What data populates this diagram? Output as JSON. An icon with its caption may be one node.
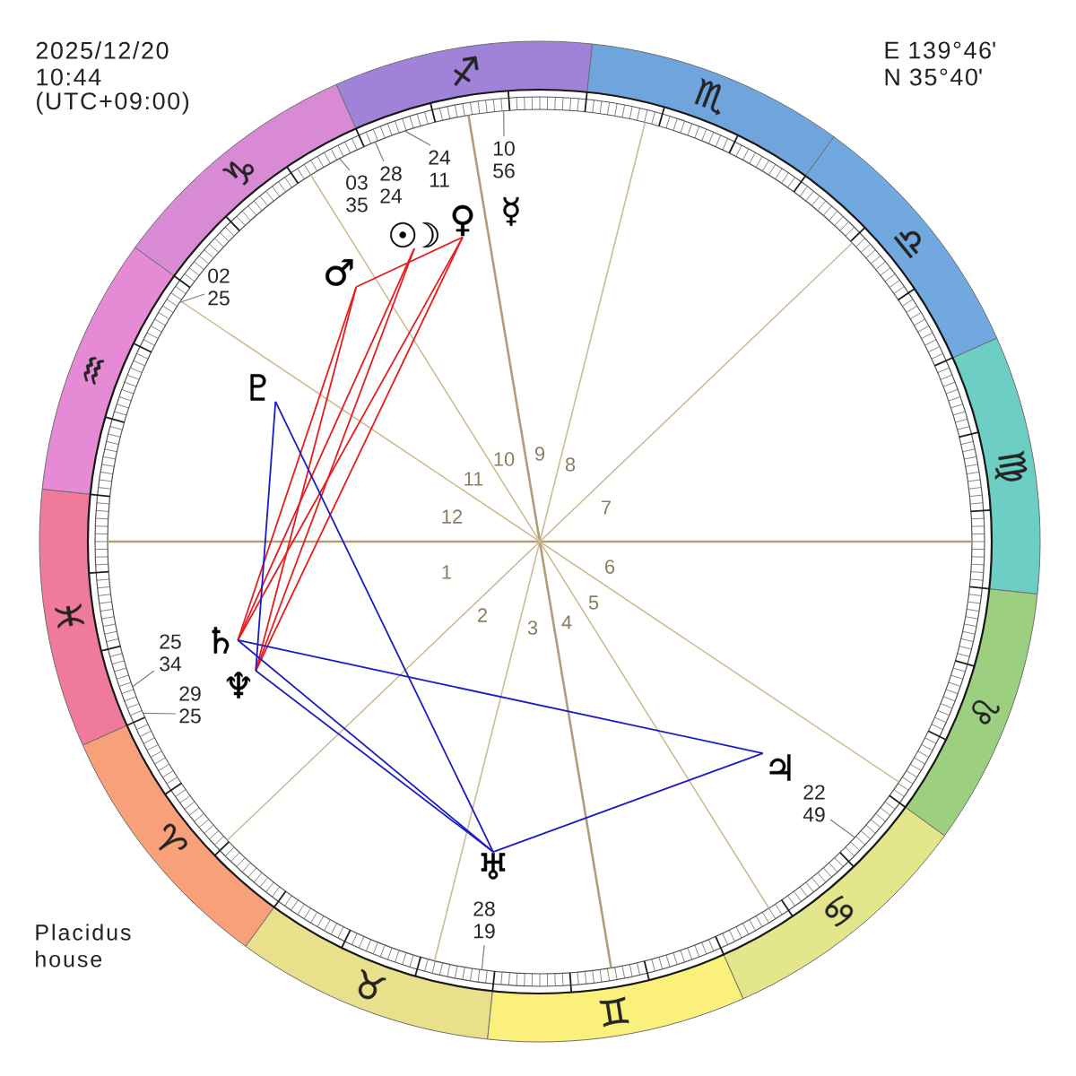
{
  "diagram": {
    "nodes": [
      {
        "text": [
          "♈"
        ]
      },
      {
        "text": [
          "♉"
        ]
      },
      {
        "text": [
          "♊"
        ]
      },
      {
        "text": [
          "♋"
        ]
      },
      {
        "text": [
          "♌"
        ]
      },
      {
        "text": [
          "♍"
        ]
      },
      {
        "text": [
          "♎"
        ]
      },
      {
        "text": [
          "♏"
        ]
      },
      {
        "text": [
          "♐"
        ]
      },
      {
        "text": [
          "♑"
        ]
      },
      {
        "text": [
          "♒"
        ]
      },
      {
        "text": [
          "♓"
        ]
      },
      {
        "text": [
          "☿"
        ]
      },
      {
        "text": [
          "♀"
        ]
      },
      {
        "text": [
          "☉☽"
        ]
      },
      {
        "text": [
          "♂"
        ]
      },
      {
        "text": [
          "♇"
        ]
      },
      {
        "text": [
          "♄"
        ]
      },
      {
        "text": [
          "♆"
        ]
      },
      {
        "text": [
          "♃"
        ]
      },
      {
        "text": [
          "♅"
        ]
      }
    ],
    "edges": [
      {
        "from": 15,
        "to": 13,
        "arrow": "none"
      },
      {
        "from": 15,
        "to": 17,
        "arrow": "none"
      },
      {
        "from": 15,
        "to": 18,
        "arrow": "none"
      },
      {
        "from": 14,
        "to": 17,
        "arrow": "none"
      },
      {
        "from": 14,
        "to": 18,
        "arrow": "none"
      },
      {
        "from": 13,
        "to": 17,
        "arrow": "none"
      },
      {
        "from": 13,
        "to": 18,
        "arrow": "none"
      },
      {
        "from": 16,
        "to": 18,
        "arrow": "none",
        "color": "#1c1cc4"
      },
      {
        "from": 16,
        "to": 20,
        "arrow": "none",
        "color": "#1c1cc4"
      },
      {
        "from": 17,
        "to": 19,
        "arrow": "none",
        "color": "#1c1cc4"
      },
      {
        "from": 17,
        "to": 20,
        "arrow": "none",
        "color": "#1c1cc4"
      },
      {
        "from": 18,
        "to": 20,
        "arrow": "none",
        "color": "#1c1cc4"
      },
      {
        "from": 19,
        "to": 20,
        "arrow": "none",
        "color": "#1c1cc4"
      }
    ],
    "labels": [
      "2025/12/20",
      "10:44",
      "(UTC+09:00)",
      "E 139°46'",
      "N 35°40'",
      "10 56",
      "24 11",
      "28 24",
      "03 35",
      "02 25",
      "25 34",
      "29 25",
      "22 49",
      "28 19",
      "1",
      "2",
      "3",
      "4",
      "5",
      "6",
      "7",
      "8",
      "9",
      "10",
      "11",
      "12",
      "Placidus house"
    ]
  }
}
